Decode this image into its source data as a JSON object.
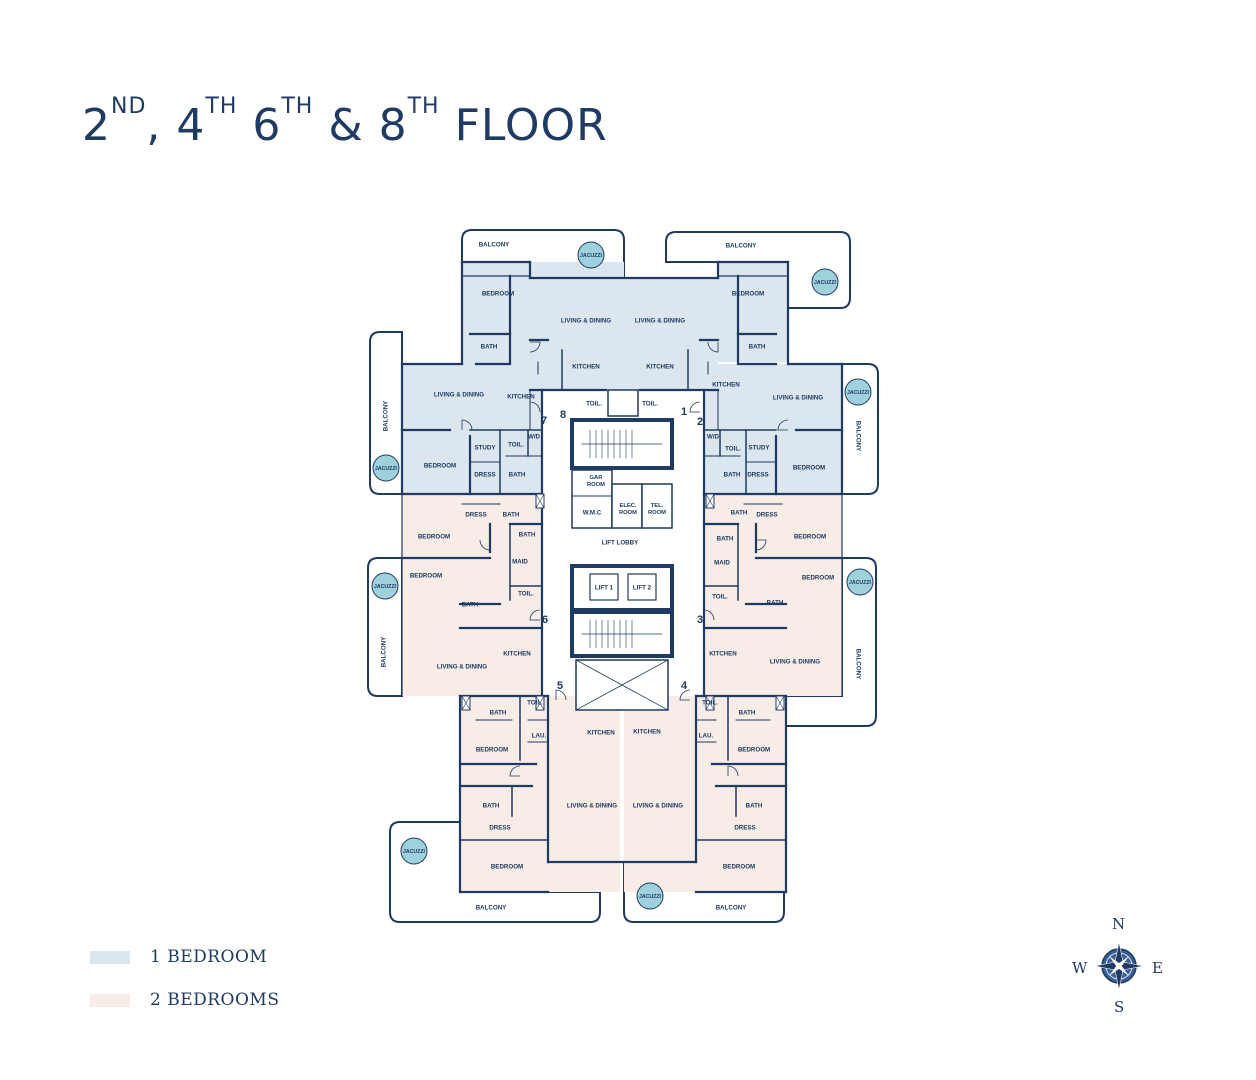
{
  "title": {
    "parts": [
      {
        "base": "2",
        "sup": "ND",
        "after": ", 4"
      },
      {
        "sup": "TH",
        "after": " 6"
      },
      {
        "sup": "TH",
        "after": " & 8"
      },
      {
        "sup": "TH",
        "after": " FLOOR"
      }
    ]
  },
  "colors": {
    "one_bedroom": "#dbe6ee",
    "two_bedrooms": "#f7ece6",
    "wall": "#1f3a63",
    "jacuzzi": "#9ed1dc",
    "text": "#1f3a63"
  },
  "legend": [
    {
      "label": "1 BEDROOM",
      "color": "#dbe6ee"
    },
    {
      "label": "2 BEDROOMS",
      "color": "#f7ece6"
    }
  ],
  "compass": {
    "n": "N",
    "s": "S",
    "e": "E",
    "w": "W",
    "icon": "compass-rose-icon"
  },
  "rooms": {
    "balcony": "BALCONY",
    "jacuzzi": "JACUZZI",
    "bedroom": "BEDROOM",
    "living": "LIVING & DINING",
    "kitchen": "KITCHEN",
    "bath": "BATH",
    "toil": "TOIL.",
    "study": "STUDY",
    "dress": "DRESS",
    "wd": "W/D",
    "maid": "MAID",
    "lau": "LAU.",
    "gar_room": [
      "GAR",
      "ROOM"
    ],
    "wmc": "W.M.C",
    "elec_room": [
      "ELEC.",
      "ROOM"
    ],
    "tel_room": [
      "TEL.",
      "ROOM"
    ],
    "lift_lobby": "LIFT LOBBY",
    "lift1": "LIFT 1",
    "lift2": "LIFT 2"
  },
  "unit_numbers": [
    "1",
    "2",
    "3",
    "4",
    "5",
    "6",
    "7",
    "8"
  ]
}
